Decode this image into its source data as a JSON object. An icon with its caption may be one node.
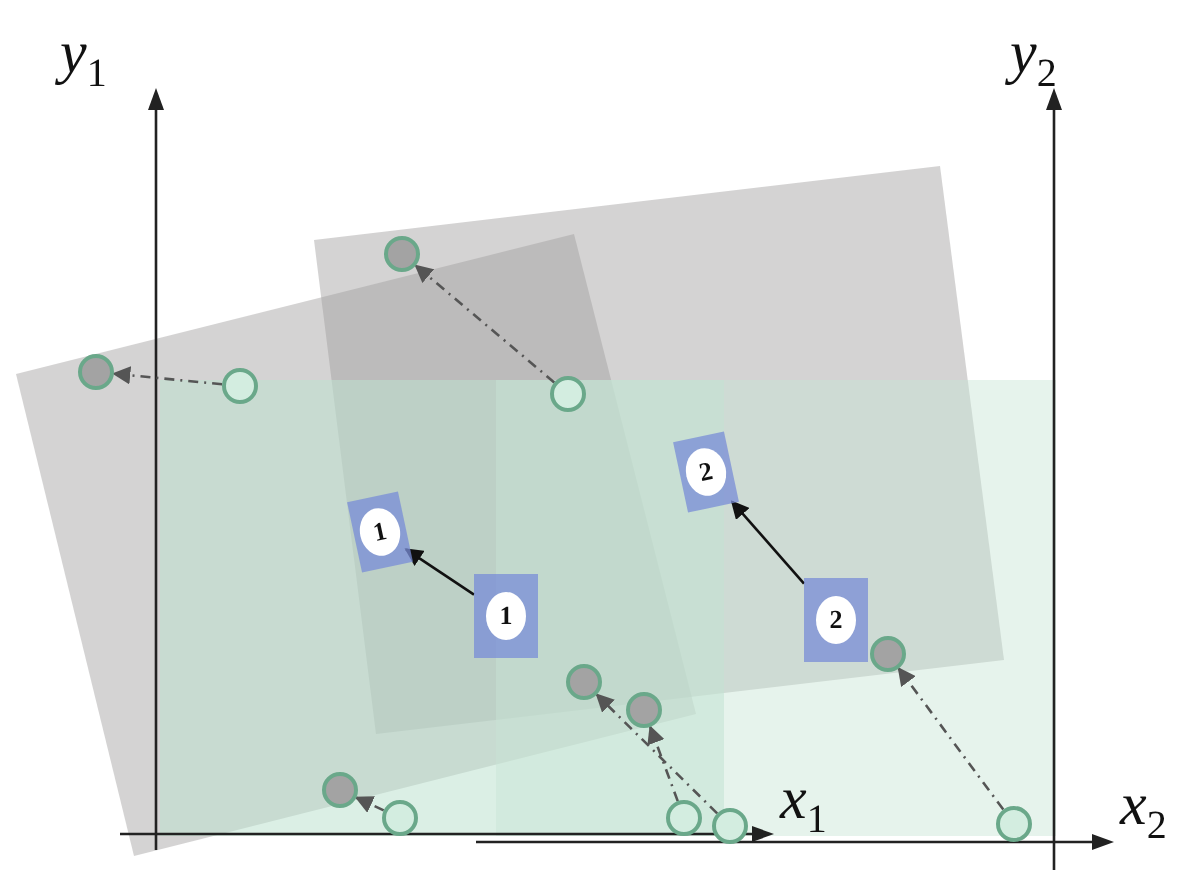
{
  "diagram": {
    "nodes": [
      {
        "text": [],
        "shape": "circle"
      },
      {
        "text": [],
        "shape": "circle"
      },
      {
        "text": [],
        "shape": "circle"
      },
      {
        "text": [],
        "shape": "circle"
      },
      {
        "text": [
          "1"
        ]
      },
      {
        "text": [
          "1"
        ]
      },
      {
        "text": [
          "2"
        ]
      },
      {
        "text": [
          "2"
        ]
      },
      {
        "text": [],
        "shape": "circle"
      },
      {
        "text": [],
        "shape": "circle"
      },
      {
        "text": [],
        "shape": "circle"
      },
      {
        "text": [],
        "shape": "circle"
      },
      {
        "text": [],
        "shape": "circle"
      },
      {
        "text": [],
        "shape": "circle"
      },
      {
        "text": [],
        "shape": "circle"
      },
      {
        "text": [],
        "shape": "circle"
      }
    ],
    "edges": [
      {
        "from": 1,
        "to": 0,
        "arrow": "to",
        "style": "dashed"
      },
      {
        "from": 3,
        "to": 2,
        "arrow": "to",
        "style": "dashed"
      },
      {
        "from": 5,
        "to": 4,
        "arrow": "to",
        "color": "#111111"
      },
      {
        "from": 7,
        "to": 6,
        "arrow": "to",
        "color": "#111111"
      },
      {
        "from": 13,
        "to": 9,
        "arrow": "to",
        "style": "dashed"
      },
      {
        "from": 14,
        "to": 8,
        "arrow": "to",
        "style": "dashed"
      },
      {
        "from": 12,
        "to": 11,
        "arrow": "to",
        "style": "dashed"
      },
      {
        "from": 15,
        "to": 10,
        "arrow": "to",
        "style": "dashed"
      }
    ],
    "labels": [
      "y$_{1}$",
      "y$_{2}$",
      "x$_{1}$",
      "x$_{2}$"
    ]
  }
}
